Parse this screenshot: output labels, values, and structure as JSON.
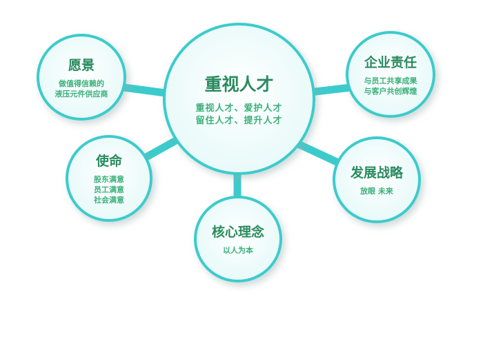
{
  "center": {
    "title": "重视人才",
    "body": "重视人才、爱护人才\n留住人才、提升人才"
  },
  "nodes": {
    "vision": {
      "title": "愿景",
      "body": "做值得信赖的\n液压元件供应商"
    },
    "responsibility": {
      "title": "企业责任",
      "body": "与员工共享成果\n与客户共创辉煌"
    },
    "mission": {
      "title": "使命",
      "body": "股东满意\n员工满意\n社会满意"
    },
    "strategy": {
      "title": "发展战略",
      "body": "放眼 未来"
    },
    "philosophy": {
      "title": "核心理念",
      "body": "以人为本"
    }
  },
  "colors": {
    "ring": "#3ccbcc",
    "title": "#2a8b5f",
    "body": "#3bb07a"
  }
}
